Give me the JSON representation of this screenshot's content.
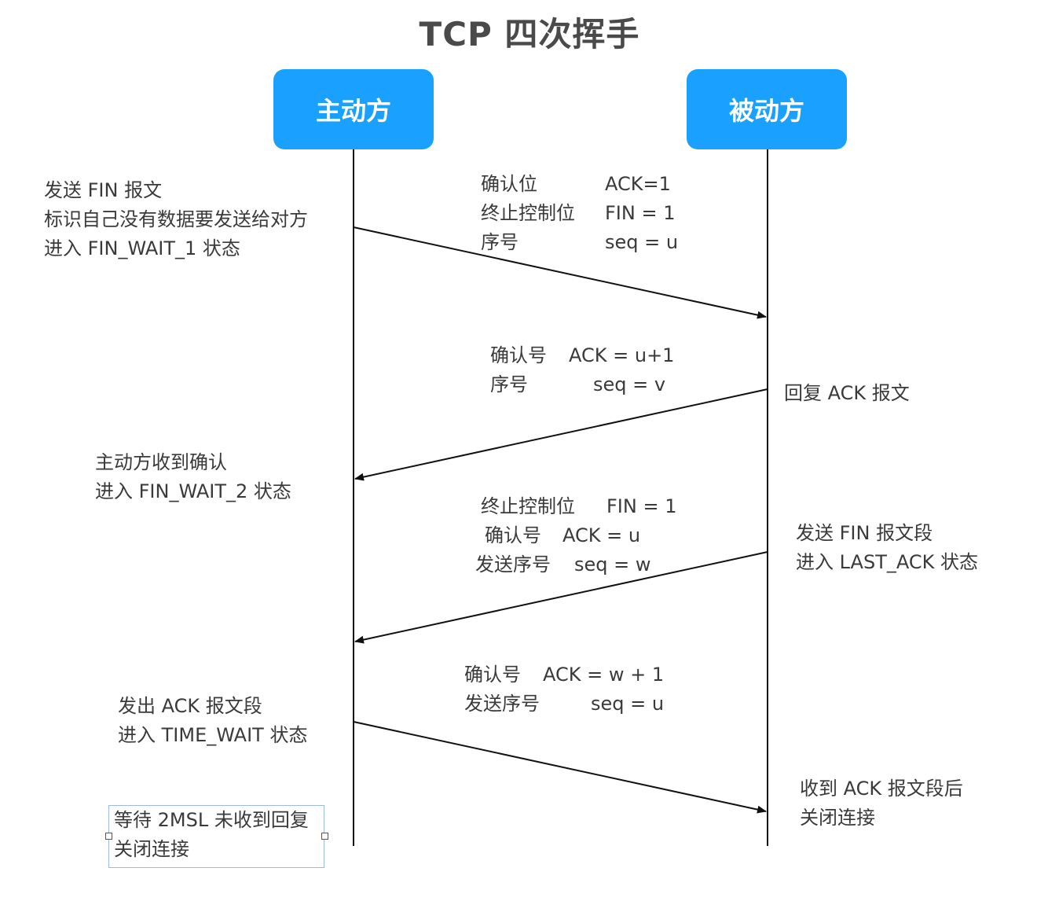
{
  "title": "TCP 四次挥手",
  "actors": {
    "left": "主动方",
    "right": "被动方"
  },
  "colors": {
    "actor_fill": "#1aa1ff",
    "actor_text": "#ffffff",
    "line": "#111111",
    "selection_border": "#9bb8f0"
  },
  "left_notes": [
    {
      "lines": [
        "发送 FIN 报文",
        "标识自己没有数据要发送给对方",
        "进入 FIN_WAIT_1 状态"
      ]
    },
    {
      "lines": [
        "主动方收到确认",
        "进入 FIN_WAIT_2 状态"
      ]
    },
    {
      "lines": [
        "发出 ACK 报文段",
        "进入 TIME_WAIT 状态"
      ]
    },
    {
      "lines": [
        "等待 2MSL 未收到回复",
        "关闭连接"
      ]
    }
  ],
  "right_notes": [
    {
      "lines": [
        "回复 ACK 报文"
      ]
    },
    {
      "lines": [
        "发送 FIN 报文段",
        "进入 LAST_ACK 状态"
      ]
    },
    {
      "lines": [
        "收到 ACK 报文段后",
        "关闭连接"
      ]
    }
  ],
  "messages": [
    {
      "direction": "left-to-right",
      "fields": [
        {
          "label": "确认位",
          "value": "ACK=1"
        },
        {
          "label": "终止控制位",
          "value": "FIN = 1"
        },
        {
          "label": "序号",
          "value": "seq = u"
        }
      ]
    },
    {
      "direction": "right-to-left",
      "fields": [
        {
          "label": "确认号",
          "value": "ACK = u+1"
        },
        {
          "label": "序号",
          "value": "seq = v"
        }
      ]
    },
    {
      "direction": "right-to-left",
      "fields": [
        {
          "label": "终止控制位",
          "value": "FIN = 1"
        },
        {
          "label": "确认号",
          "value": "ACK = u"
        },
        {
          "label": "发送序号",
          "value": "seq = w"
        }
      ]
    },
    {
      "direction": "left-to-right",
      "fields": [
        {
          "label": "确认号",
          "value": "ACK = w + 1"
        },
        {
          "label": "发送序号",
          "value": "seq = u"
        }
      ]
    }
  ]
}
